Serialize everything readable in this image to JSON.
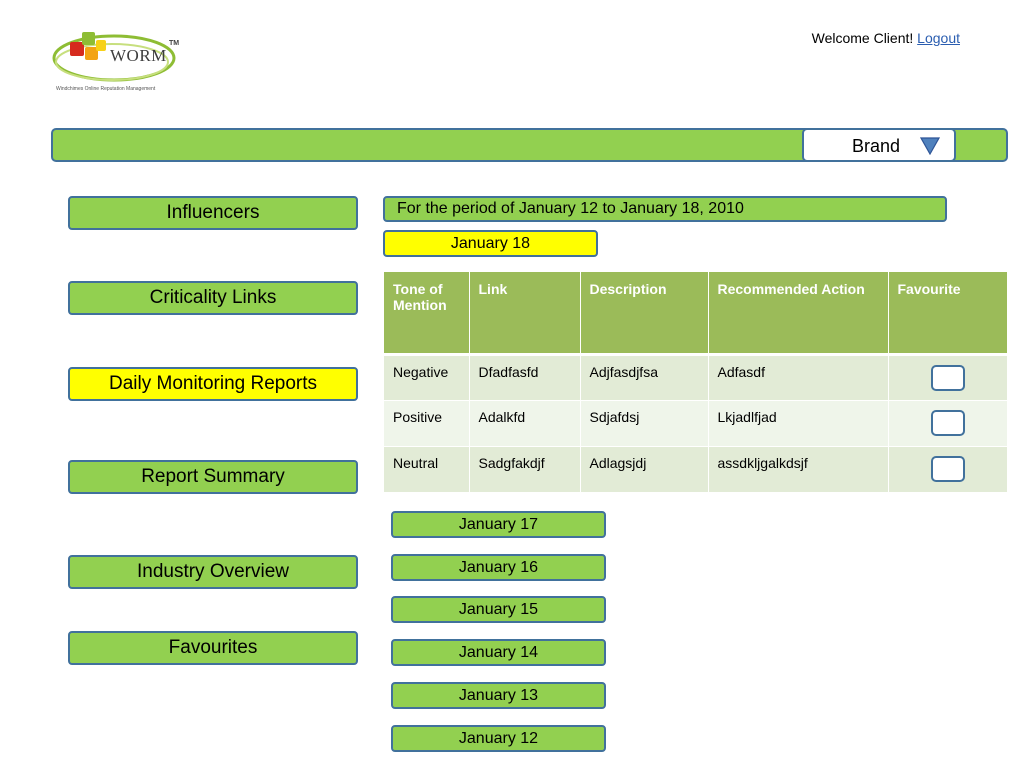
{
  "header": {
    "logo_text": "WORM",
    "logo_tm": "TM",
    "logo_tagline": "Windchimes Online Reputation Management",
    "welcome_text": "Welcome Client!",
    "logout_label": "Logout"
  },
  "brand": {
    "selected": "Brand"
  },
  "sidebar": {
    "items": [
      {
        "label": "Influencers"
      },
      {
        "label": "Criticality Links"
      },
      {
        "label": "Daily Monitoring Reports",
        "active": true
      },
      {
        "label": "Report Summary"
      },
      {
        "label": "Industry Overview"
      },
      {
        "label": "Favourites"
      }
    ]
  },
  "period": {
    "text": "For the period of January 12 to January 18, 2010"
  },
  "current_date": "January 18",
  "table": {
    "headers": [
      "Tone of Mention",
      "Link",
      "Description",
      "Recommended Action",
      "Favourite"
    ],
    "rows": [
      [
        "Negative",
        "Dfadfasfd",
        "Adjfasdjfsa",
        "Adfasdf"
      ],
      [
        "Positive",
        "Adalkfd",
        "Sdjafdsj",
        "Lkjadlfjad"
      ],
      [
        "Neutral",
        "Sadgfakdjf",
        "Adlagsjdj",
        "assdkljgalkdsjf"
      ]
    ]
  },
  "other_dates": [
    "January 17",
    "January 16",
    "January 15",
    "January 14",
    "January 13",
    "January 12"
  ],
  "colors": {
    "green": "#92d050",
    "yellow": "#ffff00",
    "border_blue": "#41719c",
    "table_header": "#9bbb59"
  },
  "icons": {
    "dropdown": "triangle-down-icon"
  }
}
